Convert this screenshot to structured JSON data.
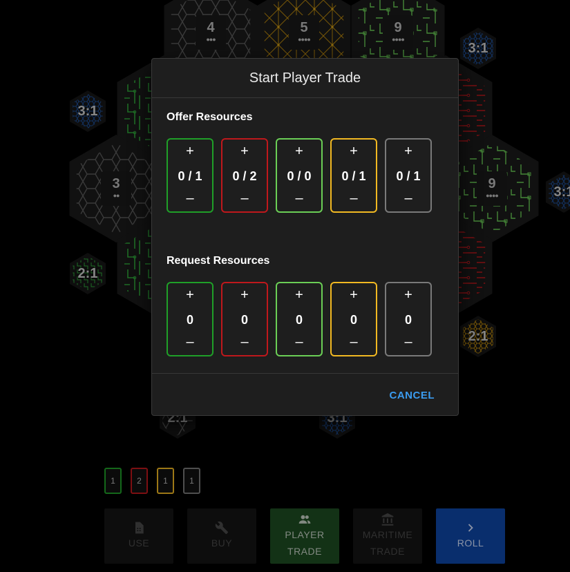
{
  "board": {
    "tokens": [
      {
        "number": "4",
        "pips": "●●●"
      },
      {
        "number": "5",
        "pips": "●●●●"
      },
      {
        "number": "9",
        "pips": "●●●●"
      },
      {
        "number": "3",
        "pips": "●●"
      },
      {
        "number": "9",
        "pips": "●●●●"
      }
    ],
    "ports": [
      "3:1",
      "3:1",
      "2:1",
      "3:1",
      "2:1",
      "2:1",
      "3:1"
    ]
  },
  "dialog": {
    "title": "Start Player Trade",
    "offer_label": "Offer Resources",
    "request_label": "Request Resources",
    "offer": [
      {
        "resource": "wood",
        "color": "#1fa028",
        "value": "0 / 1"
      },
      {
        "resource": "brick",
        "color": "#c0181c",
        "value": "0 / 2"
      },
      {
        "resource": "sheep",
        "color": "#6bcf56",
        "value": "0 / 0"
      },
      {
        "resource": "wheat",
        "color": "#f2b922",
        "value": "0 / 1"
      },
      {
        "resource": "ore",
        "color": "#7a7a7a",
        "value": "0 / 1"
      }
    ],
    "request": [
      {
        "resource": "wood",
        "color": "#1fa028",
        "value": "0"
      },
      {
        "resource": "brick",
        "color": "#c0181c",
        "value": "0"
      },
      {
        "resource": "sheep",
        "color": "#6bcf56",
        "value": "0"
      },
      {
        "resource": "wheat",
        "color": "#f2b922",
        "value": "0"
      },
      {
        "resource": "ore",
        "color": "#7a7a7a",
        "value": "0"
      }
    ],
    "plus": "+",
    "minus": "–",
    "cancel_label": "CANCEL"
  },
  "hand": [
    {
      "resource": "wood",
      "color": "#1fa028",
      "count": "1"
    },
    {
      "resource": "brick",
      "color": "#c0181c",
      "count": "2"
    },
    {
      "resource": "wheat",
      "color": "#f2b922",
      "count": "1"
    },
    {
      "resource": "ore",
      "color": "#7a7a7a",
      "count": "1"
    }
  ],
  "actions": {
    "use": {
      "label": "USE",
      "icon": "card-icon"
    },
    "buy": {
      "label": "BUY",
      "icon": "wrench-icon"
    },
    "player_trade": {
      "line1": "PLAYER",
      "line2": "TRADE",
      "icon": "people-icon"
    },
    "maritime_trade": {
      "line1": "MARITIME",
      "line2": "TRADE",
      "icon": "bank-icon"
    },
    "roll": {
      "label": "ROLL",
      "icon": "chevron-right-icon"
    }
  }
}
